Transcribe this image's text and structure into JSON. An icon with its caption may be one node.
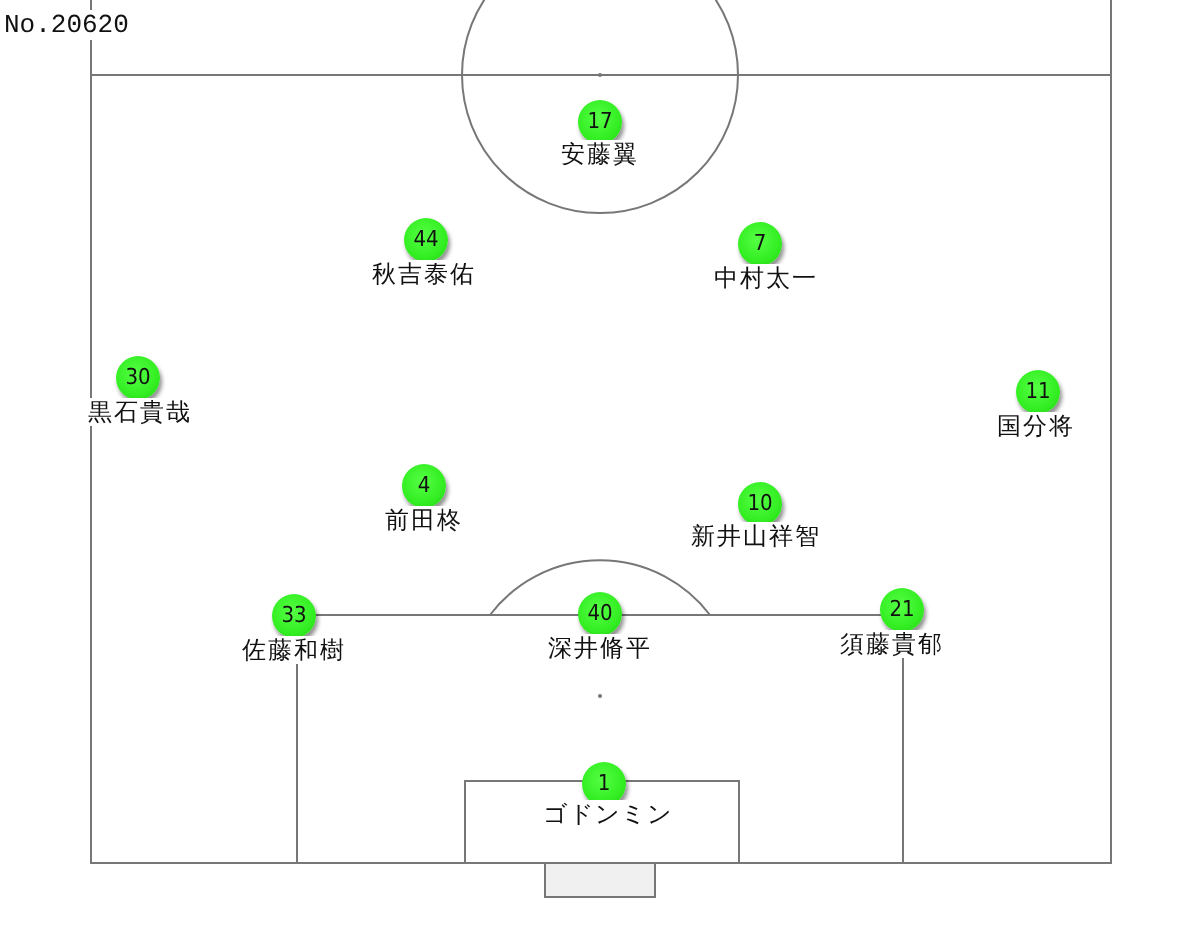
{
  "diagram": {
    "nodes": [
      {
        "text": [
          "17"
        ],
        "beside": [
          "安藤翼"
        ]
      },
      {
        "text": [
          "44"
        ],
        "beside": [
          "秋吉泰佑"
        ]
      },
      {
        "text": [
          "7"
        ],
        "beside": [
          "中村太一"
        ]
      },
      {
        "text": [
          "30"
        ],
        "beside": [
          "黒石貴哉"
        ]
      },
      {
        "text": [
          "11"
        ],
        "beside": [
          "国分将"
        ]
      },
      {
        "text": [
          "4"
        ],
        "beside": [
          "前田柊"
        ]
      },
      {
        "text": [
          "10"
        ],
        "beside": [
          "新井山祥智"
        ]
      },
      {
        "text": [
          "33"
        ],
        "beside": [
          "佐藤和樹"
        ]
      },
      {
        "text": [
          "40"
        ],
        "beside": [
          "深井脩平"
        ]
      },
      {
        "text": [
          "21"
        ],
        "beside": [
          "須藤貴郁"
        ]
      },
      {
        "text": [
          "1"
        ],
        "beside": [
          "ゴドンミン"
        ]
      }
    ],
    "labels": [
      "No.20620"
    ]
  }
}
